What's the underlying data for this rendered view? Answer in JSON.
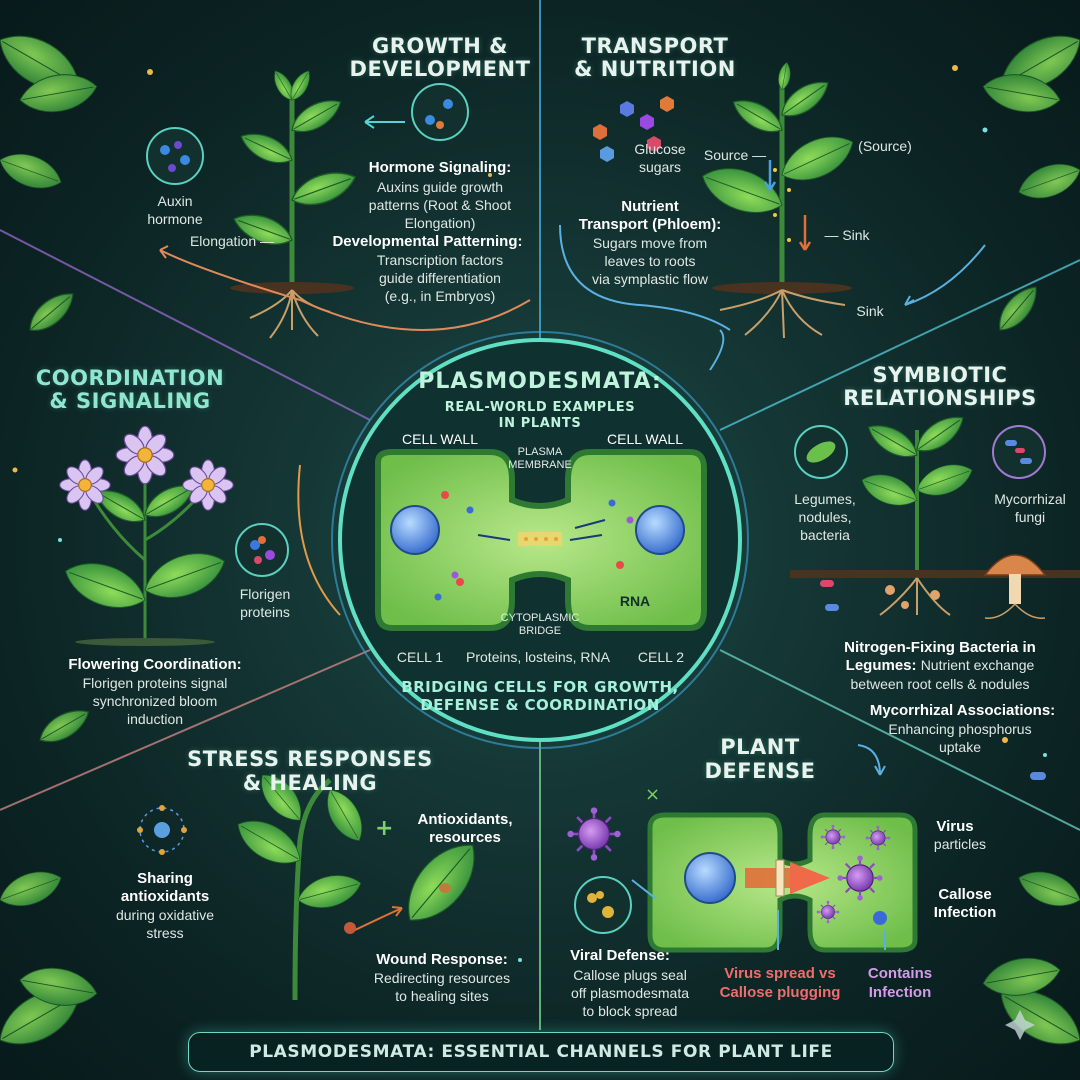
{
  "center": {
    "title": "PLASMODESMATA:",
    "subtitle_line1": "REAL-WORLD EXAMPLES",
    "subtitle_line2": "IN PLANTS",
    "cell_wall_left": "CELL WALL",
    "cell_wall_right": "CELL WALL",
    "plasma_membrane_line1": "PLASMA",
    "plasma_membrane_line2": "MEMBRANE",
    "rna": "RNA",
    "cytoplasmic_line1": "CYTOPLASMIC",
    "cytoplasmic_line2": "BRIDGE",
    "cell1": "CELL 1",
    "cell2": "CELL 2",
    "proteins": "Proteins, losteins, RNA",
    "bridging_line1": "BRIDGING CELLS FOR GROWTH,",
    "bridging_line2": "DEFENSE & COORDINATION"
  },
  "growth": {
    "title_line1": "GROWTH &",
    "title_line2": "DEVELOPMENT",
    "auxin_line1": "Auxin",
    "auxin_line2": "hormone",
    "elongation": "Elongation —",
    "hormone_heading": "Hormone Signaling:",
    "hormone_line1": "Auxins guide growth",
    "hormone_line2": "patterns (Root & Shoot",
    "hormone_line3": "Elongation)",
    "dev_heading": "Developmental Patterning:",
    "dev_line1": "Transcription factors",
    "dev_line2": "guide differentiation",
    "dev_line3": "(e.g., in Embryos)"
  },
  "transport": {
    "title_line1": "TRANSPORT",
    "title_line2": "& NUTRITION",
    "glucose_line1": "Glucose",
    "glucose_line2": "sugars",
    "source": "Source —",
    "source_paren": "(Source)",
    "sink1": "— Sink",
    "sink2": "Sink",
    "nutrient_heading_line1": "Nutrient",
    "nutrient_heading_line2": "Transport (Phloem):",
    "nutrient_line1": "Sugars move from",
    "nutrient_line2": "leaves to roots",
    "nutrient_line3": "via symplastic flow"
  },
  "coordination": {
    "title_line1": "COORDINATION",
    "title_line2": "& SIGNALING",
    "florigen_line1": "Florigen",
    "florigen_line2": "proteins",
    "flowering_heading": "Flowering Coordination:",
    "flowering_line1": "Florigen proteins signal",
    "flowering_line2": "synchronized bloom",
    "flowering_line3": "induction"
  },
  "symbiotic": {
    "title_line1": "SYMBIOTIC",
    "title_line2": "RELATIONSHIPS",
    "legumes_line1": "Legumes,",
    "legumes_line2": "nodules,",
    "legumes_line3": "bacteria",
    "myco_line1": "Mycorrhizal",
    "myco_line2": "fungi",
    "nfix_heading_line1": "Nitrogen-Fixing Bacteria in",
    "nfix_heading_line2": "Legumes:",
    "nfix_line1": "Nutrient exchange",
    "nfix_line2": "between root cells & nodules",
    "myco_heading": "Mycorrhizal Associations:",
    "myco_assoc_line1": "Enhancing phosphorus",
    "myco_assoc_line2": "uptake"
  },
  "stress": {
    "title_line1": "STRESS RESPONSES",
    "title_line2": "& HEALING",
    "antiox_line1": "Antioxidants,",
    "antiox_line2": "resources",
    "sharing_line1": "Sharing",
    "sharing_line2": "antioxidants",
    "sharing_line3": "during oxidative",
    "sharing_line4": "stress",
    "wound_heading": "Wound Response:",
    "wound_line1": "Redirecting resources",
    "wound_line2": "to healing sites"
  },
  "defense": {
    "title_line1": "PLANT",
    "title_line2": "DEFENSE",
    "virus_line1": "Virus",
    "virus_line2": "particles",
    "callose_line1": "Callose",
    "callose_line2": "Infection",
    "viral_heading": "Viral Defense:",
    "viral_line1": "Callose plugs seal",
    "viral_line2": "off plasmodesmata",
    "viral_line3": "to block spread",
    "spread_line1": "Virus spread vs",
    "spread_line2": "Callose plugging",
    "contains_line1": "Contains",
    "contains_line2": "Infection"
  },
  "footer": "PLASMODESMATA: ESSENTIAL CHANNELS FOR PLANT LIFE"
}
